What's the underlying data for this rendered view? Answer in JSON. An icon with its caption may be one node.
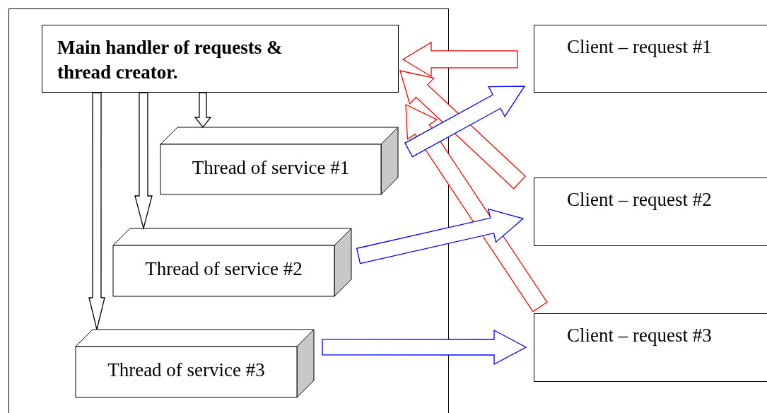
{
  "diagram": {
    "nodes": [
      {
        "text": [],
        "shape": "box"
      },
      {
        "text": [
          "Main handler of requests & thread creator."
        ],
        "in": 0
      },
      {
        "text": [
          "Thread of service #1"
        ],
        "in": 0
      },
      {
        "text": [
          "Thread of service #2"
        ],
        "in": 0
      },
      {
        "text": [
          "Thread of service #3"
        ],
        "in": 0
      },
      {
        "text": [
          "Client – request #1"
        ]
      },
      {
        "text": [
          "Client – request #2"
        ]
      },
      {
        "text": [
          "Client – request #3"
        ]
      }
    ],
    "edges": [
      {
        "from": 1,
        "to": 2,
        "arrow": "to"
      },
      {
        "from": 1,
        "to": 3,
        "arrow": "to"
      },
      {
        "from": 1,
        "to": 4,
        "arrow": "to"
      },
      {
        "from": 5,
        "to": 1,
        "arrow": "to",
        "color": "#ff0000"
      },
      {
        "from": 6,
        "to": 1,
        "arrow": "to",
        "color": "#ff0000"
      },
      {
        "from": 7,
        "to": 1,
        "arrow": "to",
        "color": "#ff0000"
      },
      {
        "from": 2,
        "to": 5,
        "arrow": "to",
        "color": "#0000ff"
      },
      {
        "from": 3,
        "to": 6,
        "arrow": "to",
        "color": "#0000ff"
      },
      {
        "from": 4,
        "to": 7,
        "arrow": "to",
        "color": "#0000ff"
      }
    ]
  }
}
